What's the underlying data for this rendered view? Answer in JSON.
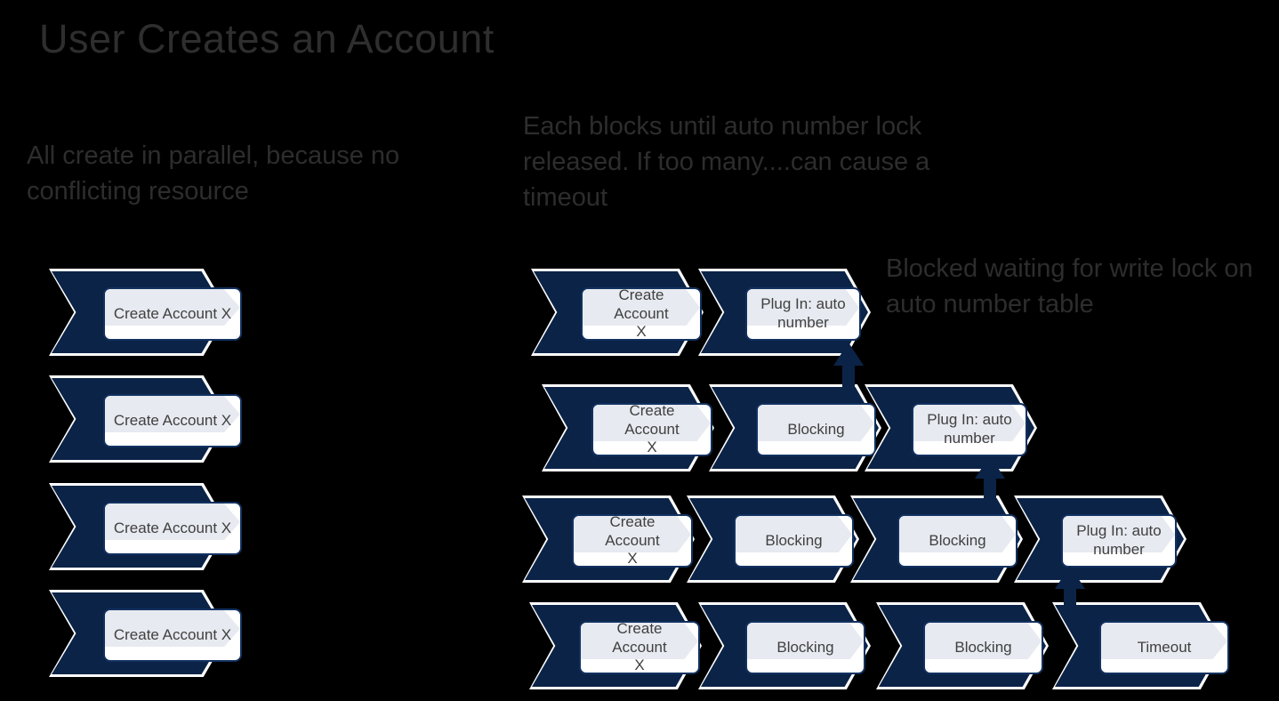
{
  "title": "User Creates an Account",
  "colors": {
    "background": "#000000",
    "navy": "#0b2347",
    "card_border": "#123160",
    "card_band": "#e7eaf0",
    "card_body": "#ffffff",
    "text_note": "#2d2d2d",
    "text_title": "#2e2e2e",
    "text_card": "#404040"
  },
  "notes": {
    "left": "All create in parallel, because no conflicting resource",
    "middle": "Each blocks until auto number lock released. If too many....can cause a timeout",
    "right": "Blocked waiting for write lock on auto number table"
  },
  "left_flow": {
    "rows": [
      {
        "steps": [
          {
            "label": "Create Account X"
          }
        ]
      },
      {
        "steps": [
          {
            "label": "Create Account X"
          }
        ]
      },
      {
        "steps": [
          {
            "label": "Create Account X"
          }
        ]
      },
      {
        "steps": [
          {
            "label": "Create Account X"
          }
        ]
      }
    ]
  },
  "right_flow": {
    "rows": [
      {
        "steps": [
          {
            "label": "Create Account\nX"
          },
          {
            "label": "Plug In: auto\nnumber"
          }
        ]
      },
      {
        "steps": [
          {
            "label": "Create Account\nX"
          },
          {
            "label": "Blocking"
          },
          {
            "label": "Plug In: auto\nnumber"
          }
        ]
      },
      {
        "steps": [
          {
            "label": "Create Account\nX"
          },
          {
            "label": "Blocking"
          },
          {
            "label": "Blocking"
          },
          {
            "label": "Plug In: auto\nnumber"
          }
        ]
      },
      {
        "steps": [
          {
            "label": "Create Account\nX"
          },
          {
            "label": "Blocking"
          },
          {
            "label": "Blocking"
          },
          {
            "label": "Timeout"
          }
        ]
      }
    ],
    "arrows": [
      {
        "name": "arrow-row2-to-row1"
      },
      {
        "name": "arrow-row3-to-row2"
      },
      {
        "name": "arrow-row4-to-row3"
      }
    ]
  }
}
